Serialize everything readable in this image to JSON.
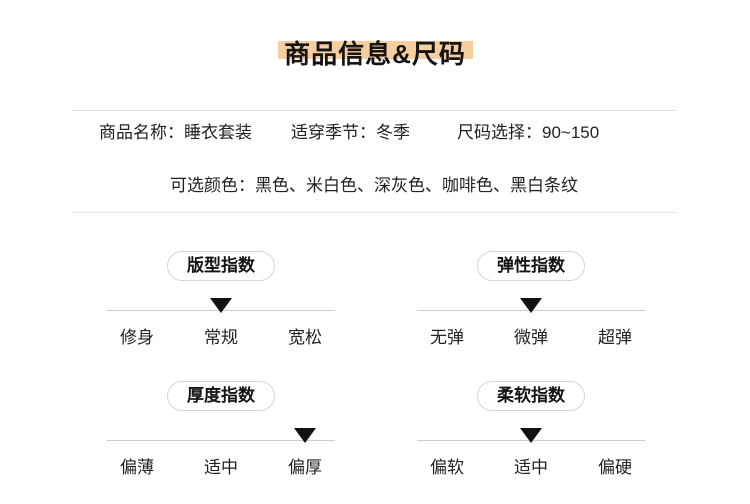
{
  "header": {
    "title": "商品信息&尺码",
    "highlight_color": "#F7CE9F"
  },
  "product_info": {
    "fields": [
      {
        "label": "商品名称：",
        "value": "睡衣套装"
      },
      {
        "label": "适穿季节：",
        "value": "冬季"
      },
      {
        "label": "尺码选择：",
        "value": "90~150"
      }
    ],
    "colors": {
      "label": "可选颜色：",
      "value": "黑色、米白色、深灰色、咖啡色、黑白条纹"
    }
  },
  "indices": [
    {
      "title": "版型指数",
      "options": [
        "修身",
        "常规",
        "宽松"
      ],
      "selected": 1
    },
    {
      "title": "弹性指数",
      "options": [
        "无弹",
        "微弹",
        "超弹"
      ],
      "selected": 1
    },
    {
      "title": "厚度指数",
      "options": [
        "偏薄",
        "适中",
        "偏厚"
      ],
      "selected": 2
    },
    {
      "title": "柔软指数",
      "options": [
        "偏软",
        "适中",
        "偏硬"
      ],
      "selected": 1
    }
  ],
  "marker_positions": [
    "13.16%",
    "50%",
    "86.84%"
  ]
}
